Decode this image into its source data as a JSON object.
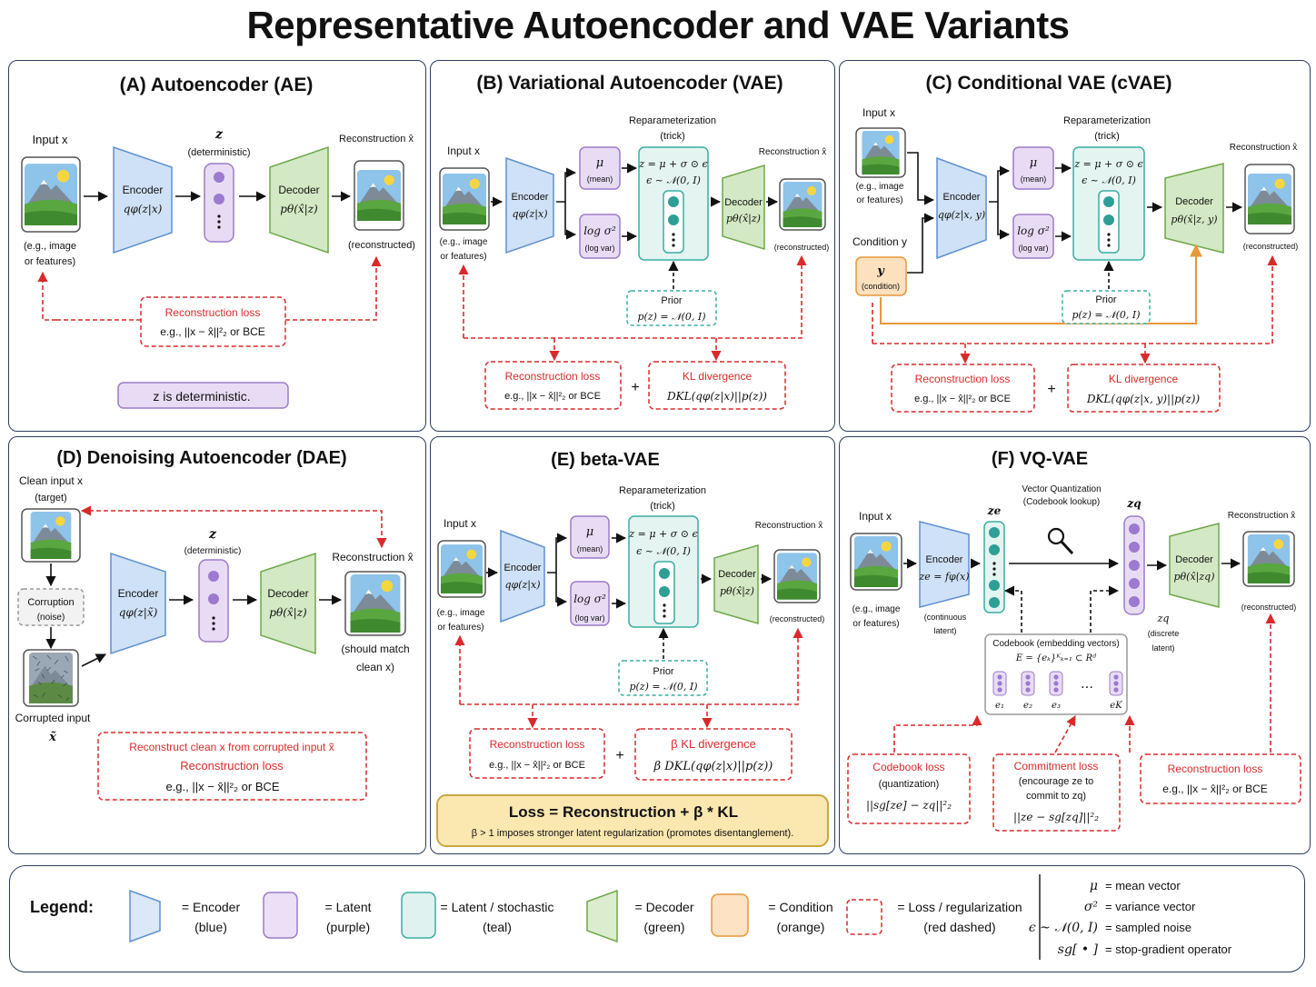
{
  "title": "Representative Autoencoder and VAE Variants",
  "panels": {
    "A": {
      "title": "(A)  Autoencoder (AE)",
      "input_label": "Input x",
      "input_caption": [
        "(e.g., image",
        "or features)"
      ],
      "z_label": "z",
      "z_caption": "(deterministic)",
      "encoder": "Encoder",
      "encoder_fn": "qφ(z|x)",
      "decoder": "Decoder",
      "decoder_fn": "pθ(x̂|z)",
      "recon_label": "Reconstruction x̂",
      "recon_caption": "(reconstructed)",
      "loss_title": "Reconstruction loss",
      "loss_formula": "e.g., ||x − x̂||²₂ or BCE",
      "note": "z is deterministic."
    },
    "B": {
      "title": "(B)  Variational Autoencoder (VAE)",
      "input_label": "Input x",
      "input_caption": [
        "(e.g., image",
        "or features)"
      ],
      "encoder": "Encoder",
      "encoder_fn": "qφ(z|x)",
      "mu": "μ",
      "mu_caption": "(mean)",
      "logvar": "log σ²",
      "logvar_caption": "(log var)",
      "reparam_title": [
        "Reparameterization",
        "(trick)"
      ],
      "reparam_eq1": "z = μ + σ ⊙ ϵ",
      "reparam_eq2": "ϵ ~ 𝒩(0, I)",
      "decoder": "Decoder",
      "decoder_fn": "pθ(x̂|z)",
      "recon_label": "Reconstruction x̂",
      "recon_caption": "(reconstructed)",
      "prior_title": "Prior",
      "prior_eq": "p(z) = 𝒩(0, I)",
      "loss_title": "Reconstruction loss",
      "loss_formula": "e.g., ||x − x̂||²₂ or BCE",
      "kl_title": "KL divergence",
      "kl_formula": "DKL(qφ(z|x)||p(z))",
      "plus": "+"
    },
    "C": {
      "title": "(C)  Conditional VAE (cVAE)",
      "input_label": "Input x",
      "input_caption": [
        "(e.g., image",
        "or features)"
      ],
      "cond_label": "Condition y",
      "cond_symbol": "y",
      "cond_caption": "(condition)",
      "encoder": "Encoder",
      "encoder_fn": "qφ(z|x, y)",
      "mu": "μ",
      "mu_caption": "(mean)",
      "logvar": "log σ²",
      "logvar_caption": "(log var)",
      "reparam_title": [
        "Reparameterization",
        "(trick)"
      ],
      "reparam_eq1": "z = μ + σ ⊙ ϵ",
      "reparam_eq2": "ϵ ~ 𝒩(0, I)",
      "decoder": "Decoder",
      "decoder_fn": "pθ(x̂|z, y)",
      "recon_label": "Reconstruction x̂",
      "recon_caption": "(reconstructed)",
      "prior_title": "Prior",
      "prior_eq": "p(z) = 𝒩(0, I)",
      "loss_title": "Reconstruction loss",
      "loss_formula": "e.g., ||x − x̂||²₂ or BCE",
      "kl_title": "KL divergence",
      "kl_formula": "DKL(qφ(z|x, y)||p(z))",
      "plus": "+"
    },
    "D": {
      "title": "(D)  Denoising Autoencoder (DAE)",
      "clean_label": [
        "Clean input x",
        "(target)"
      ],
      "corruption": [
        "Corruption",
        "(noise)"
      ],
      "corrupted_label": [
        "Corrupted input",
        "x̃"
      ],
      "z_label": "z",
      "z_caption": "(deterministic)",
      "encoder": "Encoder",
      "encoder_fn": "qφ(z|x̃)",
      "decoder": "Decoder",
      "decoder_fn": "pθ(x̂|z)",
      "recon_label": "Reconstruction x̂",
      "recon_caption": [
        "(should match",
        "clean x)"
      ],
      "loss_line1": "Reconstruct clean x from corrupted input x̃",
      "loss_title": "Reconstruction loss",
      "loss_formula": "e.g., ||x − x̂||²₂ or BCE"
    },
    "E": {
      "title": "(E)  beta-VAE",
      "input_label": "Input x",
      "input_caption": [
        "(e.g., image",
        "or features)"
      ],
      "encoder": "Encoder",
      "encoder_fn": "qφ(z|x)",
      "mu": "μ",
      "mu_caption": "(mean)",
      "logvar": "log σ²",
      "logvar_caption": "(log var)",
      "reparam_title": [
        "Reparameterization",
        "(trick)"
      ],
      "reparam_eq1": "z = μ + σ ⊙ ϵ",
      "reparam_eq2": "ϵ ~ 𝒩(0, I)",
      "decoder": "Decoder",
      "decoder_fn": "pθ(x̂|z)",
      "recon_label": "Reconstruction x̂",
      "recon_caption": "(reconstructed)",
      "prior_title": "Prior",
      "prior_eq": "p(z) = 𝒩(0, I)",
      "loss_title": "Reconstruction loss",
      "loss_formula": "e.g., ||x − x̂||²₂ or BCE",
      "kl_title": "β  KL divergence",
      "kl_formula": "β DKL(qφ(z|x)||p(z))",
      "plus": "+",
      "total_title": "Loss = Reconstruction + β * KL",
      "total_note": "β > 1 imposes stronger latent regularization (promotes disentanglement)."
    },
    "F": {
      "title": "(F)  VQ-VAE",
      "input_label": "Input x",
      "input_caption": [
        "(e.g., image",
        "or features)"
      ],
      "encoder": "Encoder",
      "encoder_fn": "ze = fφ(x)",
      "ze_label": "ze",
      "ze_caption": [
        "(continuous",
        "latent)"
      ],
      "vq_title": [
        "Vector Quantization",
        "(Codebook lookup)"
      ],
      "zq_label": "zq",
      "zq_caption": [
        "zq",
        "(discrete",
        "latent)"
      ],
      "decoder": "Decoder",
      "decoder_fn": "pθ(x̂|zq)",
      "recon_label": "Reconstruction x̂",
      "recon_caption": "(reconstructed)",
      "codebook_title": "Codebook (embedding vectors)",
      "codebook_eq": "E = {eₖ}ᴷₖ₌₁ ⊂ Rᵈ",
      "codebook_entries": [
        "e₁",
        "e₂",
        "e₃",
        "…",
        "eK"
      ],
      "codebook_loss_title": "Codebook loss",
      "codebook_loss_sub": "(quantization)",
      "codebook_loss_formula": "||sg[ze] − zq||²₂",
      "commit_title": "Commitment loss",
      "commit_sub": [
        "(encourage ze to",
        "commit to zq)"
      ],
      "commit_formula": "||ze − sg[zq]||²₂",
      "loss_title": "Reconstruction loss",
      "loss_formula": "e.g., ||x − x̂||²₂ or BCE"
    }
  },
  "legend": {
    "title": "Legend:",
    "items": [
      {
        "label": [
          "= Encoder",
          "(blue)"
        ],
        "color": "#dbe8f7",
        "stroke": "#5f8fd0"
      },
      {
        "label": [
          "= Latent",
          "(purple)"
        ],
        "color": "#ebe0f6",
        "stroke": "#9c7cc7"
      },
      {
        "label": [
          "= Latent / stochastic",
          "(teal)"
        ],
        "color": "#dff2f0",
        "stroke": "#3aaea0"
      },
      {
        "label": [
          "= Decoder",
          "(green)"
        ],
        "color": "#dcedcf",
        "stroke": "#6fa84b"
      },
      {
        "label": [
          "= Condition",
          "(orange)"
        ],
        "color": "#fde2c3",
        "stroke": "#e6973b"
      },
      {
        "label": [
          "= Loss / regularization",
          "(red dashed)"
        ],
        "color": "#ffffff",
        "stroke": "#d92a2a"
      }
    ],
    "symbols": [
      {
        "sym": "μ",
        "desc": "=  mean vector"
      },
      {
        "sym": "σ²",
        "desc": "=  variance vector"
      },
      {
        "sym": "ϵ ~ 𝒩(0, I)",
        "desc": "=  sampled noise"
      },
      {
        "sym": "sg[ • ]",
        "desc": "=  stop-gradient operator"
      }
    ]
  },
  "colors": {
    "encoder_fill": "#cfe1f6",
    "encoder_stroke": "#5f8fd0",
    "latent_fill": "#e8dcf5",
    "latent_stroke": "#9c7cc7",
    "latent_dot": "#9b7ad0",
    "teal_fill": "#e3f4f1",
    "teal_stroke": "#3aaea0",
    "teal_dot": "#2f9f95",
    "decoder_fill": "#d3e8c4",
    "decoder_stroke": "#6fa84b",
    "orange_fill": "#fde0bd",
    "orange_stroke": "#e6973b",
    "loss_red": "#d92a2a",
    "frame": "#2b3d5e",
    "note_fill": "#e8dcf5",
    "total_fill": "#fbe7b0"
  }
}
